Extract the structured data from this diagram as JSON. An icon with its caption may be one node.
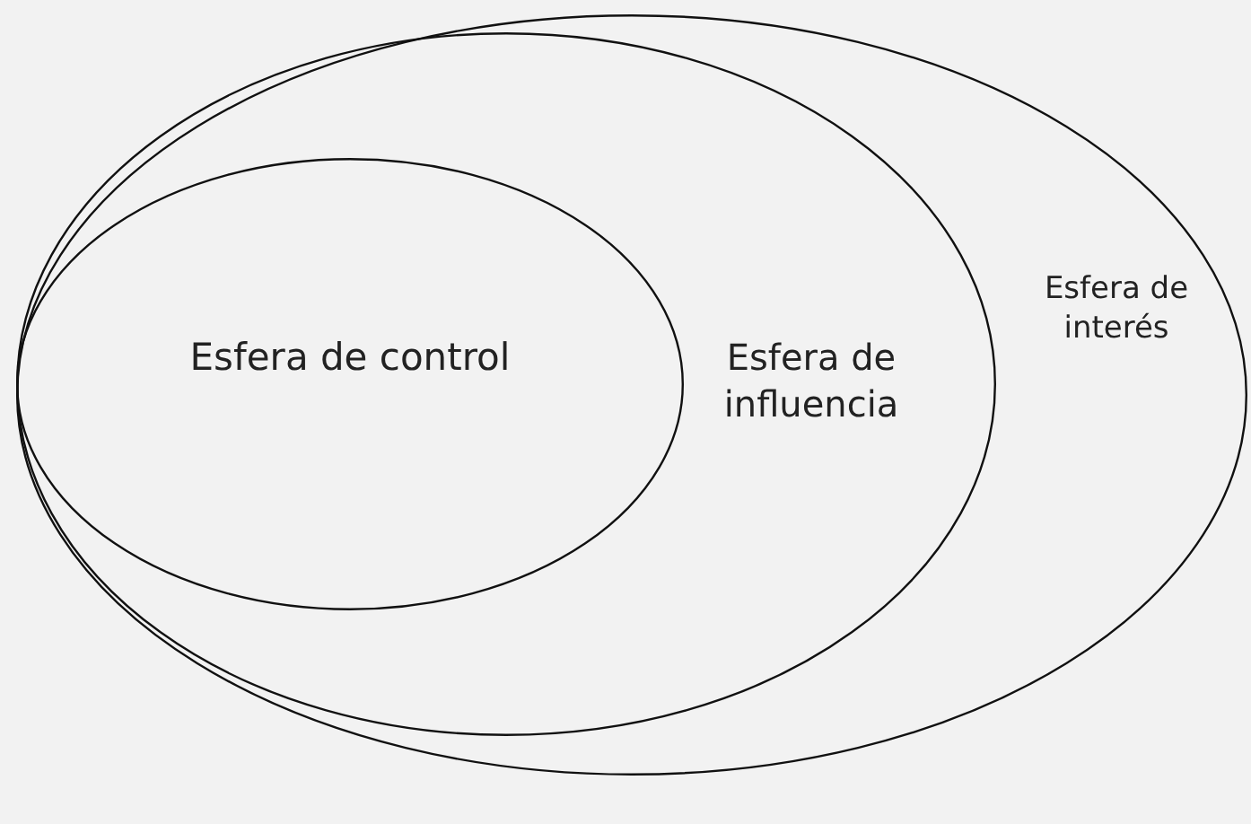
{
  "diagram": {
    "nodes": [
      {
        "text": [
          "Esfera de interés"
        ]
      },
      {
        "text": [
          "Esfera de influencia"
        ],
        "in": 0
      },
      {
        "text": [
          "Esfera de control"
        ],
        "in": 1
      }
    ]
  }
}
